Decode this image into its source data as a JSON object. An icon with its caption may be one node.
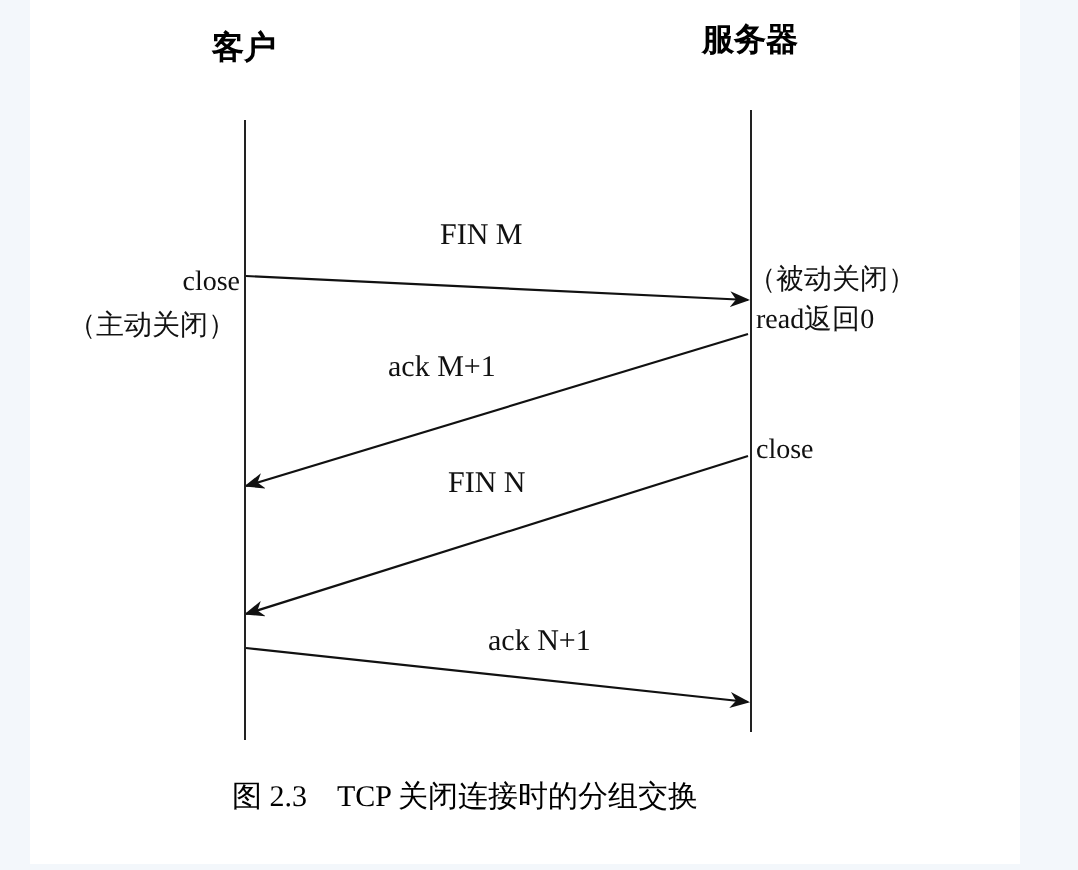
{
  "diagram": {
    "caption": "图 2.3　TCP 关闭连接时的分组交换",
    "nodes": [
      {
        "text": [
          "客户"
        ]
      },
      {
        "text": [
          "服务器"
        ]
      }
    ],
    "edges": [
      {
        "from": 0,
        "to": 1,
        "arrow": "to",
        "label": "FIN M"
      },
      {
        "from": 1,
        "to": 0,
        "arrow": "to",
        "label": "ack M+1"
      },
      {
        "from": 1,
        "to": 0,
        "arrow": "to",
        "label": "FIN N"
      },
      {
        "from": 0,
        "to": 1,
        "arrow": "to",
        "label": "ack N+1"
      }
    ],
    "labels": [
      "close",
      "（主动关闭）",
      "（被动关闭）",
      "read返回0",
      "close"
    ]
  }
}
